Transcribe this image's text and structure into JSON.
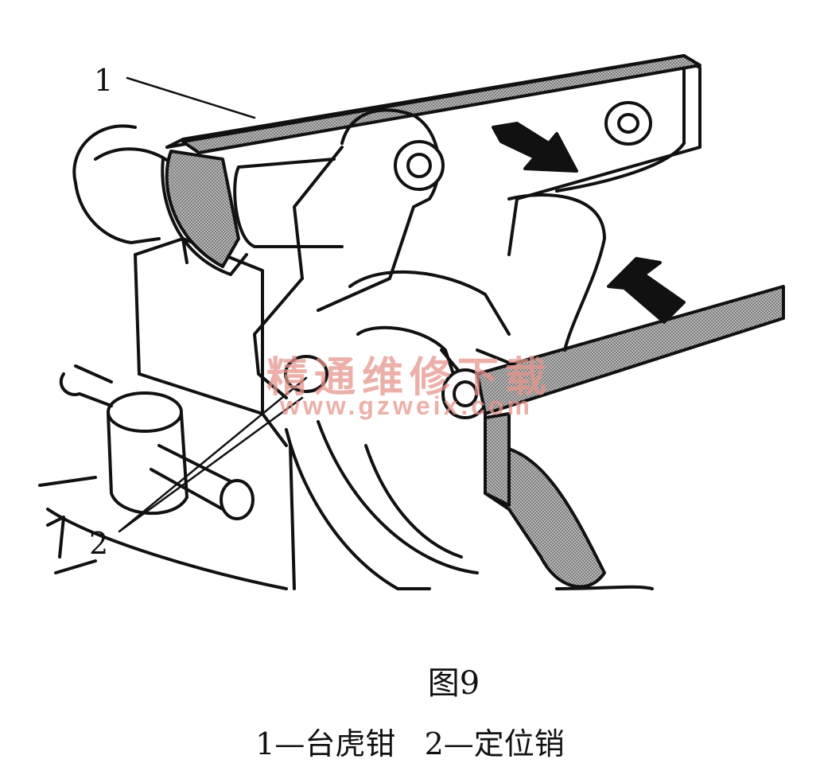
{
  "figure": {
    "callouts": [
      "1",
      "2"
    ],
    "watermark_cn": "精通维修下载",
    "watermark_url": "www.gzweix.com",
    "title": "图9",
    "legend": "1—台虎钳   2—定位销"
  },
  "colors": {
    "ink": "#111111",
    "shade": "#9a9a9a",
    "watermark": "#e6968c"
  }
}
